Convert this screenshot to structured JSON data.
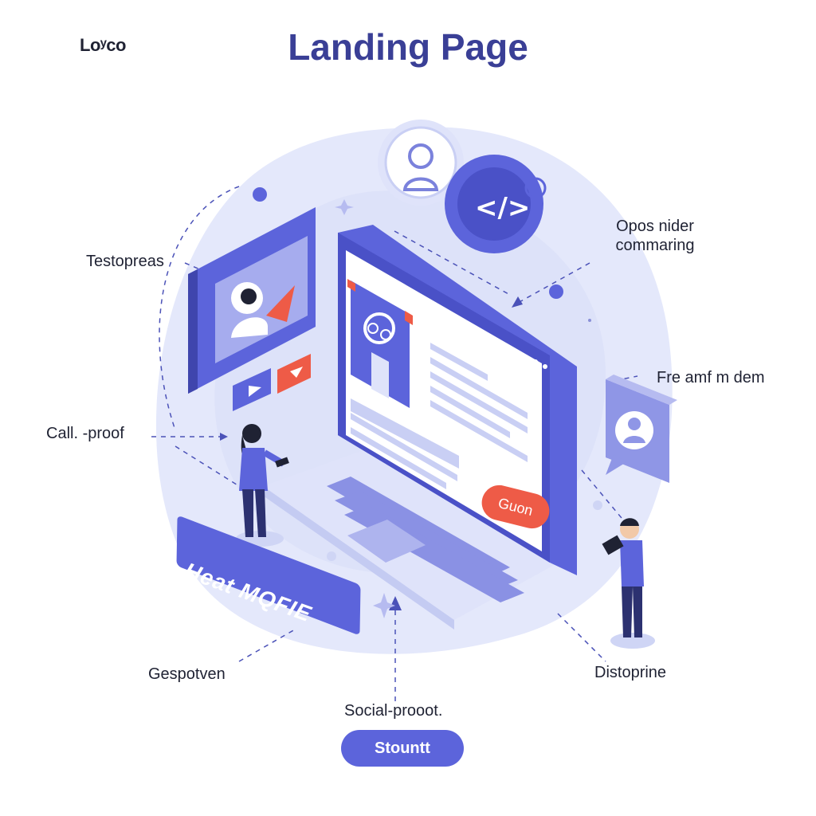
{
  "header": {
    "logo": "Loʸco",
    "title": "Landing Page"
  },
  "labels": {
    "top_right": [
      "Opos nider",
      "commaring"
    ],
    "left_top": "Testopreas",
    "right_mid": "Fre amf m dem",
    "left_mid": "Call. -proof",
    "bottom_left": "Gespotven",
    "bottom_right": "Distoprine",
    "bottom_center": "Social-prooot."
  },
  "screen": {
    "action_button": "Guon"
  },
  "plate": {
    "text": "Heat MQFIE"
  },
  "cta": {
    "label": "Stountt"
  },
  "colors": {
    "primary": "#5c64db",
    "title": "#3a3f96",
    "accent": "#ee5b47",
    "background_blob": "#e4e8fb"
  }
}
